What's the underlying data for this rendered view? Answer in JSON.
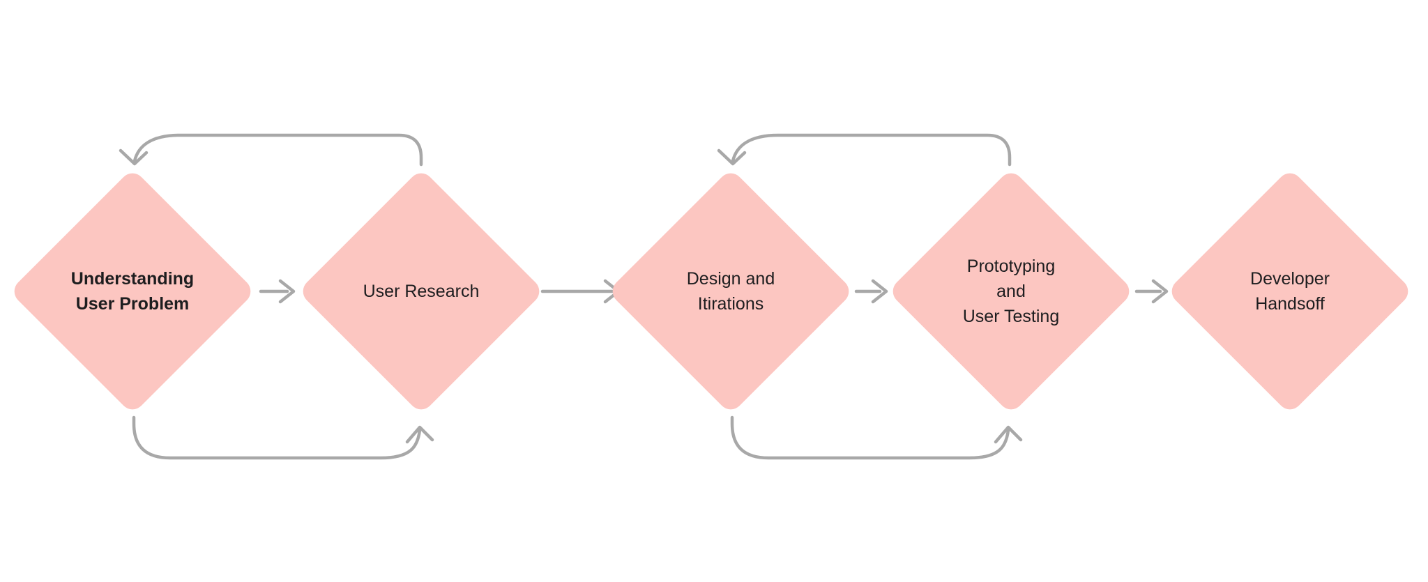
{
  "diagram": {
    "type": "flowchart",
    "direction": "left-to-right",
    "node_shape": "diamond",
    "nodes": [
      {
        "id": "understanding-user-problem",
        "lines": [
          "Understanding",
          "User Problem"
        ],
        "emphasis": "semibold"
      },
      {
        "id": "user-research",
        "lines": [
          "User Research"
        ],
        "emphasis": "regular"
      },
      {
        "id": "design-and-itirations",
        "lines": [
          "Design and",
          "Itirations"
        ],
        "emphasis": "regular"
      },
      {
        "id": "prototyping-and-user-testing",
        "lines": [
          "Prototyping",
          "and",
          "User Testing"
        ],
        "emphasis": "regular"
      },
      {
        "id": "developer-handsoff",
        "lines": [
          "Developer",
          "Handsoff"
        ],
        "emphasis": "regular"
      }
    ],
    "edges": [
      {
        "from": "understanding-user-problem",
        "to": "user-research",
        "type": "forward-arrow"
      },
      {
        "from": "user-research",
        "to": "understanding-user-problem",
        "type": "feedback-loop-top"
      },
      {
        "from": "understanding-user-problem",
        "to": "user-research",
        "type": "feedback-loop-bottom"
      },
      {
        "from": "user-research",
        "to": "design-and-itirations",
        "type": "forward-arrow"
      },
      {
        "from": "design-and-itirations",
        "to": "prototyping-and-user-testing",
        "type": "forward-arrow"
      },
      {
        "from": "prototyping-and-user-testing",
        "to": "design-and-itirations",
        "type": "feedback-loop-top"
      },
      {
        "from": "design-and-itirations",
        "to": "prototyping-and-user-testing",
        "type": "feedback-loop-bottom"
      },
      {
        "from": "prototyping-and-user-testing",
        "to": "developer-handsoff",
        "type": "forward-arrow"
      }
    ],
    "colors": {
      "node_fill": "#fcc6c1",
      "arrow": "#a8a8a8",
      "text": "#1d1d1f",
      "background": "#ffffff"
    }
  }
}
